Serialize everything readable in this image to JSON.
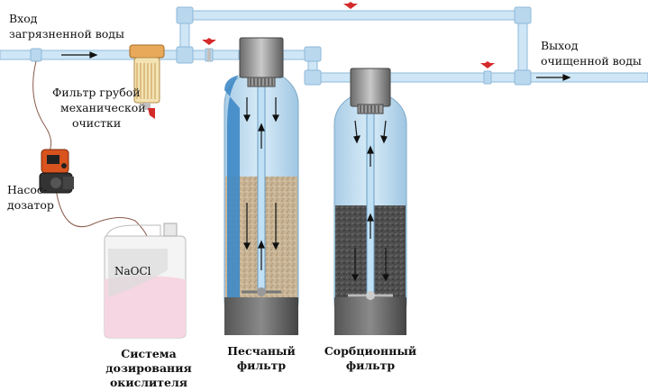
{
  "labels": {
    "inlet_line1": "Вход",
    "inlet_line2": "загрязненной воды",
    "outlet_line1": "Выход",
    "outlet_line2": "очищенной воды",
    "coarse_filter_line1": "Фильтр грубой",
    "coarse_filter_line2": "механической",
    "coarse_filter_line3": "очистки",
    "pump_line1": "Насос-",
    "pump_line2": "дозатор",
    "canister_text": "NaOCl",
    "dosing_line1": "Система",
    "dosing_line2": "дозирования",
    "dosing_line3": "окислителя",
    "sand_line1": "Песчаный",
    "sand_line2": "фильтр",
    "sorption_line1": "Сорбционный",
    "sorption_line2": "фильтр"
  },
  "colors": {
    "pipe": "#cfe6f6",
    "pipe_edge": "#8fb9d9",
    "valve": "#d42a2a",
    "sand": "#c8b494",
    "carbon": "#4a4a4a",
    "pump": "#d9531e",
    "liquid": "#f6d6e2"
  }
}
